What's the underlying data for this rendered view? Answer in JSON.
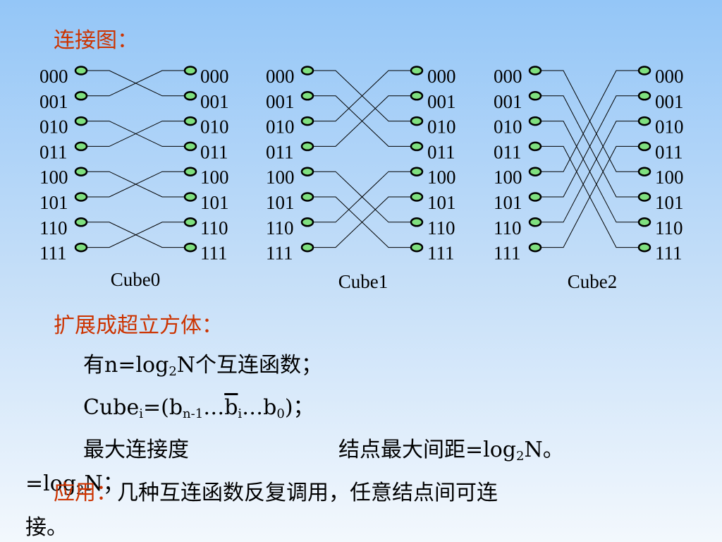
{
  "title": "连接图：",
  "cubes": [
    {
      "label": "Cube0",
      "bit": 0
    },
    {
      "label": "Cube1",
      "bit": 1
    },
    {
      "label": "Cube2",
      "bit": 2
    }
  ],
  "node_labels": [
    "000",
    "001",
    "010",
    "011",
    "100",
    "101",
    "110",
    "111"
  ],
  "section": {
    "heading": "扩展成超立方体：",
    "line1": {
      "prefix": "有n=log",
      "sub": "2",
      "suffix": "N个互连函数；"
    },
    "line2": {
      "prefix": "Cube",
      "sub_i": "i",
      "eq": "=(b",
      "sub_n1": "n-1",
      "dots1": "…",
      "b_over": "b",
      "sub_i2": "i",
      "dots2": "…b",
      "sub_0": "0",
      "end": ")；"
    },
    "line3": {
      "left": "最大连接度",
      "right_prefix": "结点最大间距=log",
      "right_sub": "2",
      "right_suffix": "N。"
    },
    "overlap": {
      "prefix": "=log",
      "sub": "2",
      "suffix": "N；"
    },
    "app_label": "应用：",
    "app_text": "几种互连函数反复调用，任意结点间可连",
    "app_text2": "接。"
  },
  "colors": {
    "accent": "#cc3300",
    "node_fill": "#7fe07f",
    "node_stroke": "#000000"
  }
}
